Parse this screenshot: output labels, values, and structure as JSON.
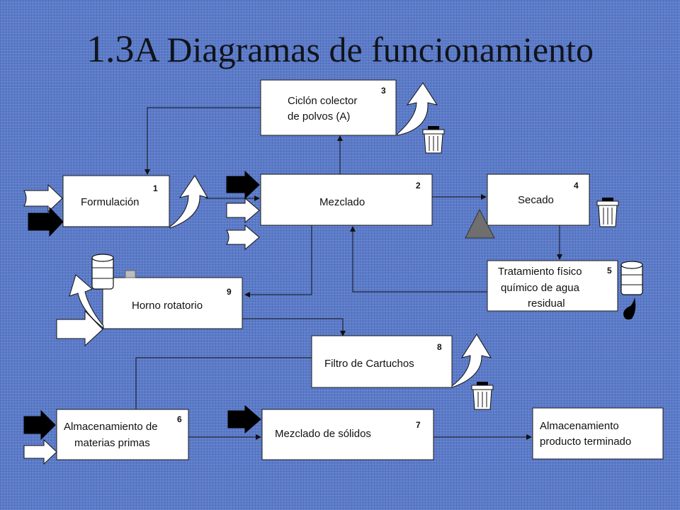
{
  "title": {
    "number": "1.3",
    "text": "A Diagramas de funcionamiento"
  },
  "blocks": {
    "formulacion": {
      "label": "Formulación",
      "number": "1"
    },
    "mezclado": {
      "label": "Mezclado",
      "number": "2"
    },
    "ciclon": {
      "line1": "Ciclón colector",
      "line2": "de polvos (A)",
      "number": "3"
    },
    "secado": {
      "label": "Secado",
      "number": "4"
    },
    "tratamiento": {
      "line1": "Tratamiento físico",
      "line2": "químico de agua",
      "line3": "residual",
      "number": "5"
    },
    "almacenamiento_mp": {
      "line1": "Almacenamiento de",
      "line2": "materias primas",
      "number": "6"
    },
    "mezclado_solidos": {
      "label": "Mezclado de sólidos",
      "number": "7"
    },
    "filtro": {
      "label": "Filtro de Cartuchos",
      "number": "8"
    },
    "horno": {
      "label": "Horno rotatorio",
      "number": "9"
    },
    "almacenamiento_pt": {
      "line1": "Almacenamiento",
      "line2": "producto terminado"
    }
  },
  "colors": {
    "background": "#5b7bc9",
    "box": "#ffffff",
    "arrow_dark": "#000000",
    "hazard_triangle": "#6f6f6f"
  },
  "icons": [
    "white-block-arrow-icon",
    "black-block-arrow-icon",
    "curved-emission-arrow-icon",
    "trash-bin-icon",
    "drum-barrel-icon",
    "liquid-drop-icon",
    "warning-triangle-icon"
  ]
}
